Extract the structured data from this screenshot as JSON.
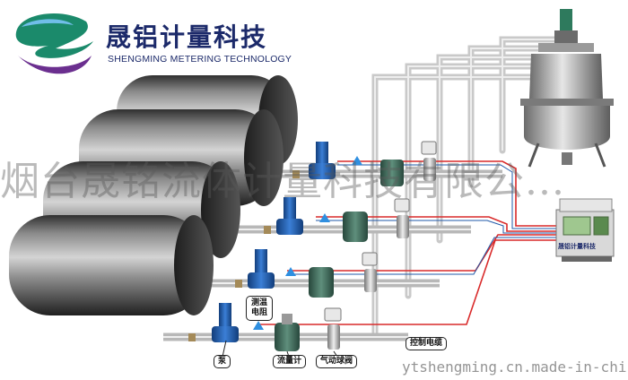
{
  "brand": {
    "name_cn": "晟铝计量科技",
    "name_en": "SHENGMING METERING TECHNOLOGY",
    "logo_color": "#1b8a6b"
  },
  "labels": {
    "pump": "泵",
    "temp_resistor": "测温电阻",
    "flowmeter": "流量计",
    "pneumatic_ball_valve": "气动球阀",
    "control_cable": "控制电缆"
  },
  "controller": {
    "label": "晟铝计量科技"
  },
  "watermark": {
    "company": "烟台晟铭流体计量科技有限公...",
    "url": "ytshengming.cn.made-in-china.com"
  },
  "colors": {
    "tank": "#6f6f6f",
    "pump": "#1f58a8",
    "flowmeter": "#3d6a5a",
    "cable_red": "#d92a2a",
    "pipe": "#c9c9c9"
  }
}
